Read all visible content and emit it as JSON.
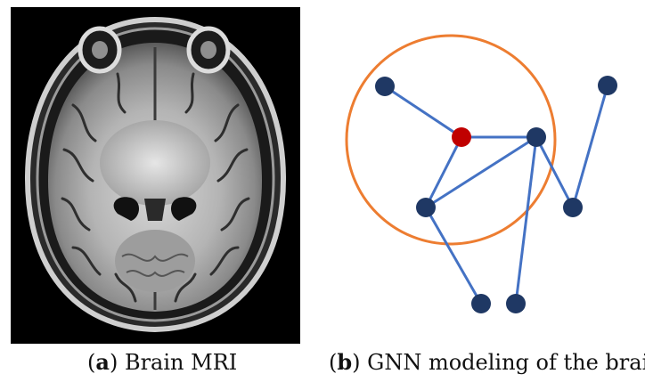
{
  "panel_a": {
    "image": "brain-mri-axial-slice",
    "caption": {
      "open": "(",
      "letter": "a",
      "close": ")",
      "text": " Brain MRI"
    }
  },
  "panel_b": {
    "caption": {
      "open": "(",
      "letter": "b",
      "close": ")",
      "text": " GNN modeling of the brain"
    },
    "colors": {
      "node": "#1f3864",
      "center_node": "#c00000",
      "edge": "#4472c4",
      "neighborhood_circle": "#ed7d31"
    }
  }
}
